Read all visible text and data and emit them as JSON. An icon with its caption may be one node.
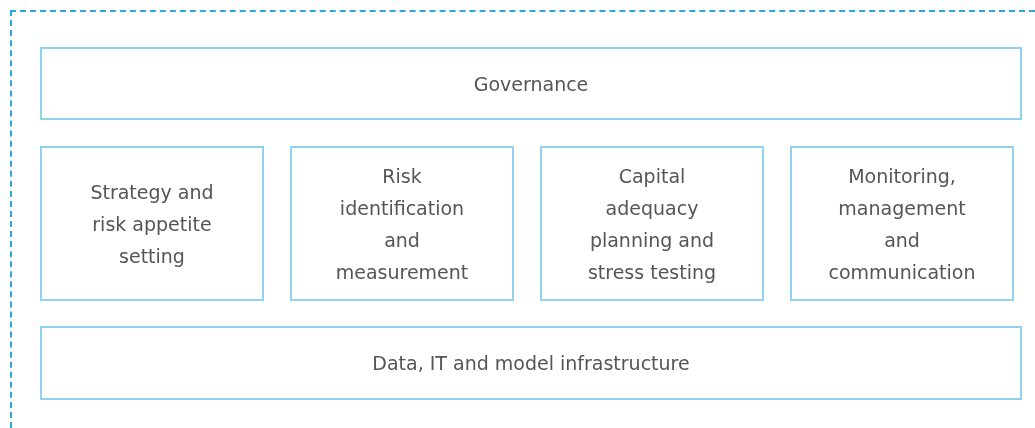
{
  "diagram": {
    "nodes": [
      {
        "text": [],
        "shape": "box"
      },
      {
        "text": [
          "Governance"
        ],
        "in": 0
      },
      {
        "text": [
          "Strategy and risk appetite setting"
        ],
        "in": 0
      },
      {
        "text": [
          "Risk identification and measurement"
        ],
        "in": 0
      },
      {
        "text": [
          "Capital adequacy planning and stress testing"
        ],
        "in": 0
      },
      {
        "text": [
          "Monitoring, management and communication"
        ],
        "in": 0
      },
      {
        "text": [
          "Data, IT and model infrastructure"
        ],
        "in": 0
      }
    ]
  }
}
